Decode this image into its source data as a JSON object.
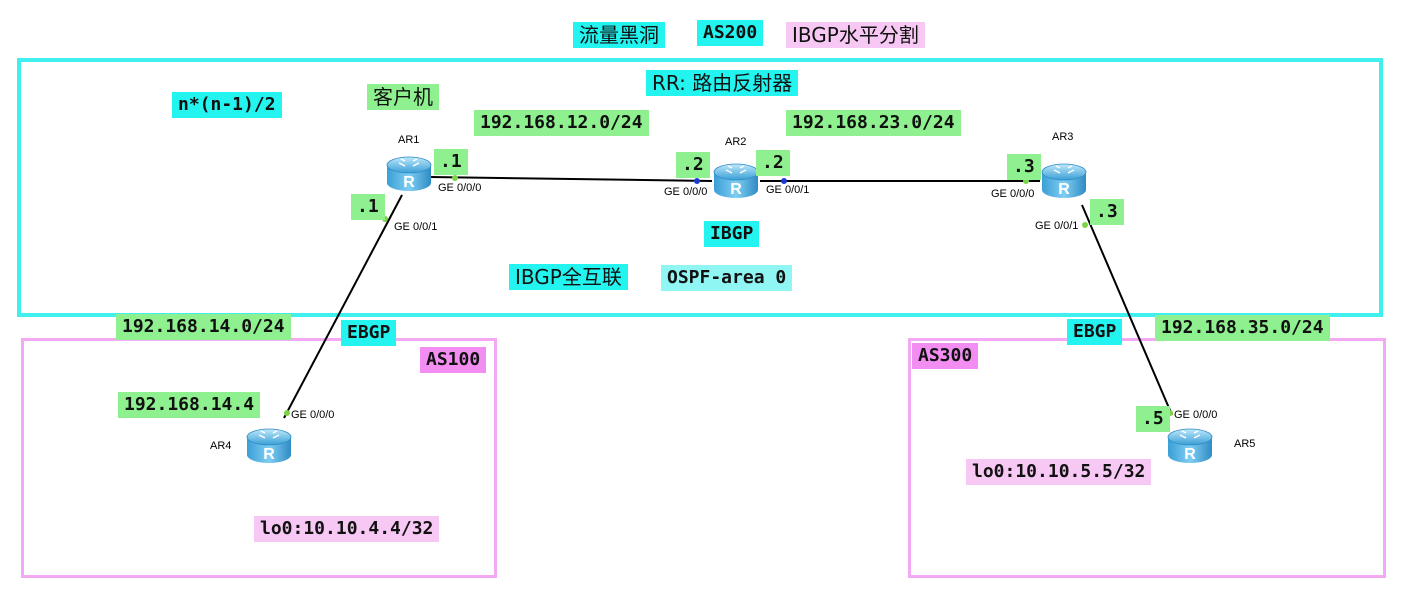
{
  "labels": {
    "black_hole": "流量黑洞",
    "as200": "AS200",
    "split_horizon": "IBGP水平分割",
    "rr": "RR: 路由反射器",
    "formula": "n*(n-1)/2",
    "client": "客户机",
    "net12": "192.168.12.0/24",
    "net23": "192.168.23.0/24",
    "net14": "192.168.14.0/24",
    "net35": "192.168.35.0/24",
    "ar1_g0": ".1",
    "ar1_g1": ".1",
    "ar2_g0": ".2",
    "ar2_g1": ".2",
    "ar3_g0": ".3",
    "ar3_g1": ".3",
    "ar5_g0": ".5",
    "ar4_ip": "192.168.14.4",
    "ibgp": "IBGP",
    "ibgp_full_mesh": "IBGP全互联",
    "ospf": "OSPF-area 0",
    "ebgp_left": "EBGP",
    "ebgp_right": "EBGP",
    "as100": "AS100",
    "as300": "AS300",
    "lo_ar4": "lo0:10.10.4.4/32",
    "lo_ar5": "lo0:10.10.5.5/32"
  },
  "routers": {
    "ar1": "AR1",
    "ar2": "AR2",
    "ar3": "AR3",
    "ar4": "AR4",
    "ar5": "AR5"
  },
  "interfaces": {
    "ar1_g000": "GE 0/0/0",
    "ar1_g001": "GE 0/0/1",
    "ar2_g000": "GE 0/0/0",
    "ar2_g001": "GE 0/0/1",
    "ar3_g000": "GE 0/0/0",
    "ar3_g001": "GE 0/0/1",
    "ar4_g000": "GE 0/0/0",
    "ar5_g000": "GE 0/0/0"
  },
  "colors": {
    "as200_border": "#3ff0ee",
    "as_border": "#f4a9f4",
    "label_cyan": "#23f4f0",
    "label_green": "#8ef08e",
    "label_pink": "#f8c8f4",
    "label_magenta": "#f28ef2",
    "router_fill": "#4fb8e8"
  },
  "icons": {
    "router": "router-icon"
  }
}
